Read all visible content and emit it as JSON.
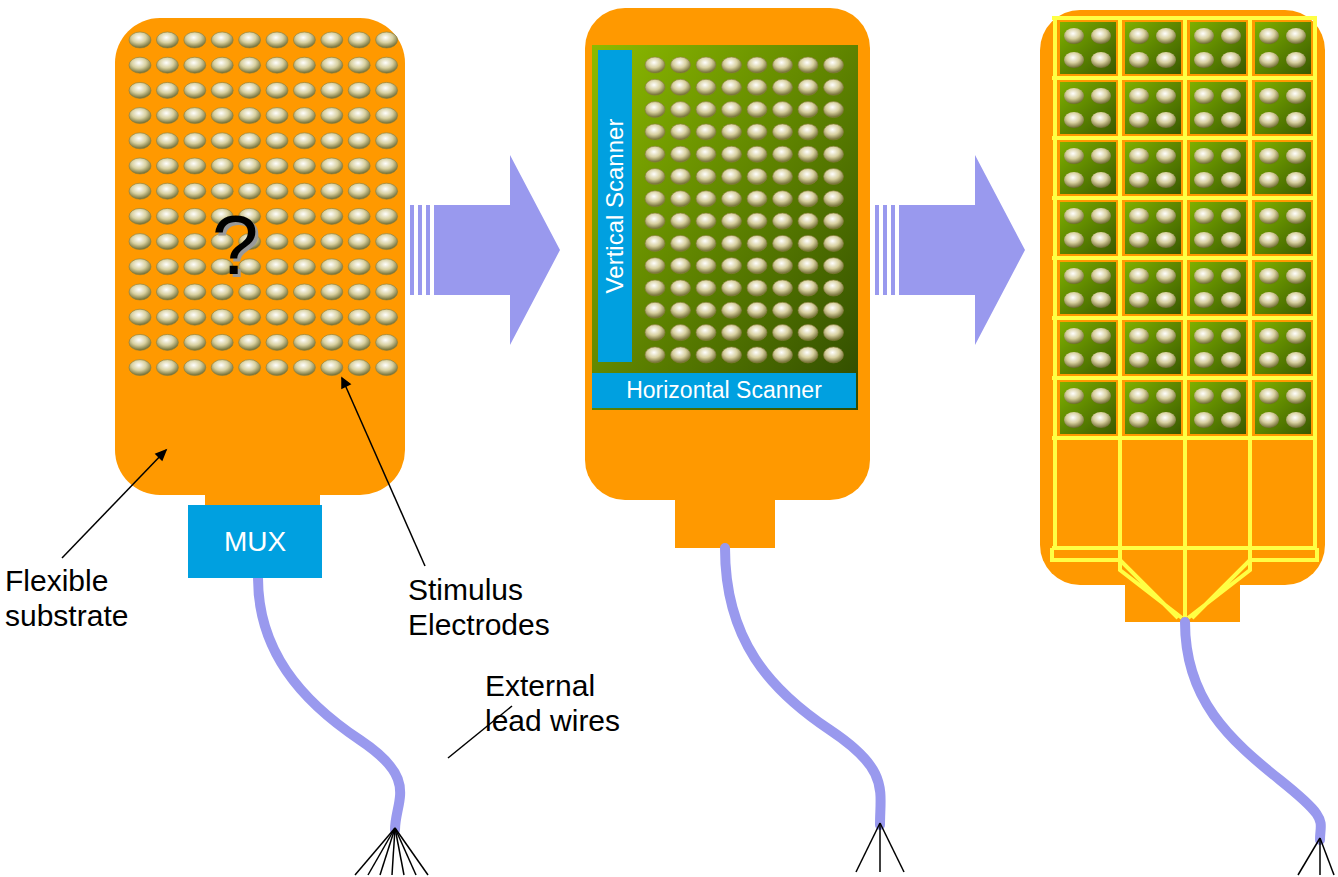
{
  "diagram": {
    "nodes": [
      {
        "text": [
          "?"
        ]
      },
      {
        "text": [
          "MUX"
        ]
      },
      {
        "text": [
          "Vertical Scanner"
        ]
      },
      {
        "text": [
          "Horizontal Scanner"
        ]
      }
    ],
    "labels": [
      "Flexible substrate",
      "Stimulus Electrodes",
      "External lead wires"
    ]
  }
}
